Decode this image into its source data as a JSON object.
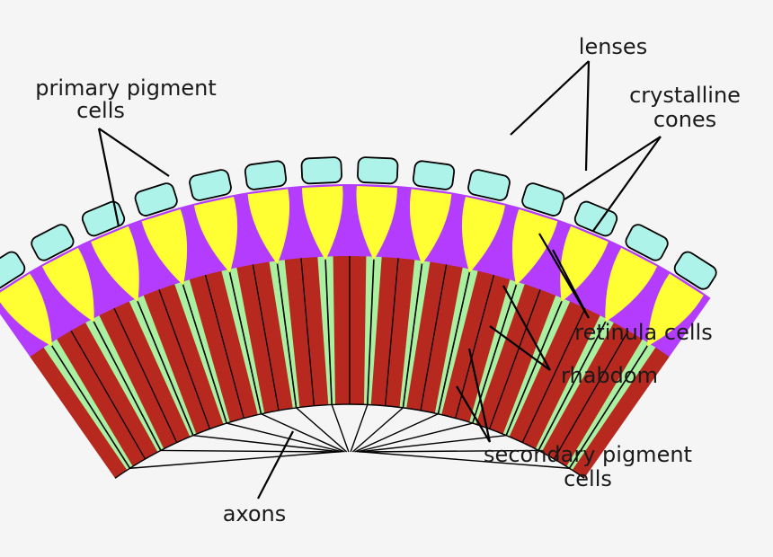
{
  "labels": {
    "lenses": "lenses",
    "primary_line1": "primary pigment",
    "primary_line2": "cells",
    "crystalline_line1": "crystalline",
    "crystalline_line2": "cones",
    "retinula": "retinula cells",
    "rhabdom": "rhabdom",
    "secondary_line1": "secondary pigment",
    "secondary_line2": "cells",
    "axons": "axons"
  },
  "structure": {
    "ommatidia_count": 14
  },
  "colors": {
    "background": "#f5f5f5",
    "lens": "#aef3ea",
    "crystalline_cone": "#ffff33",
    "primary_pigment": "#b43cff",
    "retinula": "#b7281f",
    "rhabdom": "#aaf0a0",
    "outline": "#000000"
  }
}
